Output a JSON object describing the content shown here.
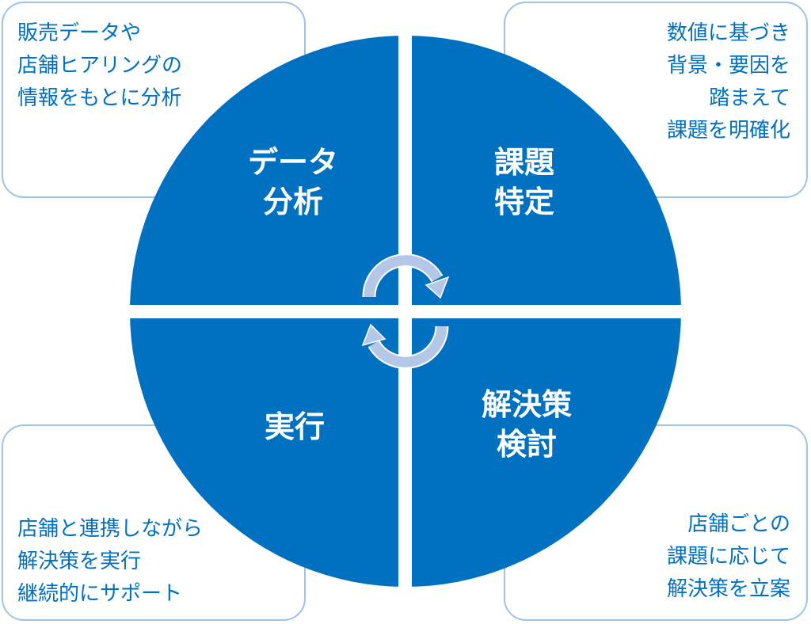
{
  "colors": {
    "circle": "#0070c0",
    "box_border": "#9dc3e6",
    "arrow": "#b4c7e7",
    "text": "#0070c0"
  },
  "quadrants": [
    {
      "label": "データ\n分析"
    },
    {
      "label": "課題\n特定"
    },
    {
      "label": "解決策\n検討"
    },
    {
      "label": "実行"
    }
  ],
  "boxes": {
    "top_left": "販売データや\n店舗ヒアリングの\n情報をもとに分析",
    "top_right": "数値に基づき\n背景・要因を\n踏まえて\n課題を明確化",
    "bottom_right": "店舗ごとの\n課題に応じて\n解決策を立案",
    "bottom_left": "店舗と連携しながら\n解決策を実行\n継続的にサポート"
  },
  "icons": {
    "cycle": "cycle-arrows-icon"
  }
}
